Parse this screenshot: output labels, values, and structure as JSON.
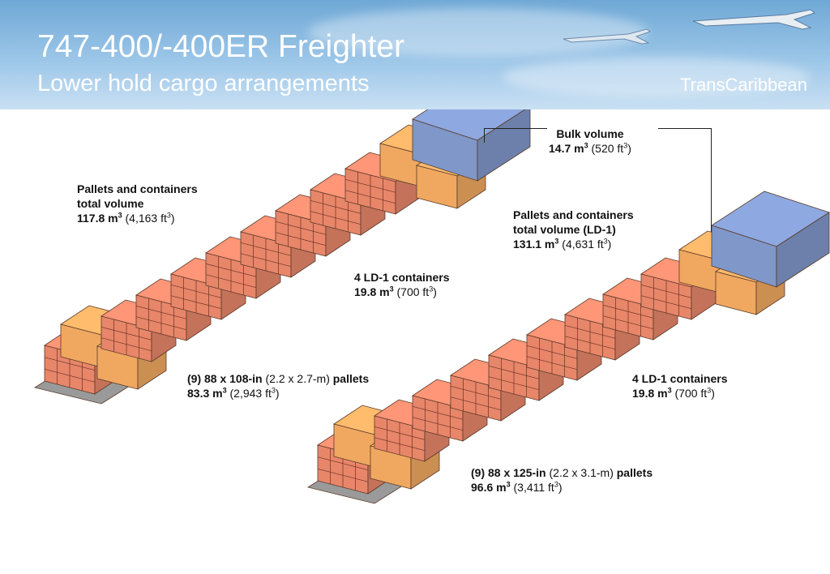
{
  "header": {
    "title": "747-400/-400ER Freighter",
    "subtitle": "Lower hold cargo arrangements",
    "brand": "TransCaribbean"
  },
  "left_config": {
    "total": {
      "line1": "Pallets and containers",
      "line2": "total volume",
      "volume": "117.8 m",
      "unit_sup": "3",
      "imperial": "(4,163 ft",
      "imperial_sup": "3",
      "close": ")"
    },
    "ld1": {
      "line1": "4 LD-1 containers",
      "volume": "19.8 m",
      "unit_sup": "3",
      "imperial": "(700 ft",
      "imperial_sup": "3",
      "close": ")"
    },
    "pallets": {
      "count": "(9) 88 x 108-in",
      "metric": "(2.2 x 2.7-m)",
      "word": "pallets",
      "volume": "83.3 m",
      "unit_sup": "3",
      "imperial": "(2,943 ft",
      "imperial_sup": "3",
      "close": ")"
    }
  },
  "right_config": {
    "bulk": {
      "line1": "Bulk volume",
      "volume": "14.7 m",
      "unit_sup": "3",
      "imperial": "(520 ft",
      "imperial_sup": "3",
      "close": ")"
    },
    "total": {
      "line1": "Pallets and containers",
      "line2": "total volume (LD-1)",
      "volume": "131.1 m",
      "unit_sup": "3",
      "imperial": "(4,631 ft",
      "imperial_sup": "3",
      "close": ")"
    },
    "ld1": {
      "line1": "4 LD-1 containers",
      "volume": "19.8 m",
      "unit_sup": "3",
      "imperial": "(700 ft",
      "imperial_sup": "3",
      "close": ")"
    },
    "pallets": {
      "count": "(9) 88 x 125-in",
      "metric": "(2.2 x 3.1-m)",
      "word": "pallets",
      "volume": "96.6 m",
      "unit_sup": "3",
      "imperial": "(3,411 ft",
      "imperial_sup": "3",
      "close": ")"
    }
  },
  "colors": {
    "pallet": "#e8866a",
    "container": "#f0a860",
    "bulk": "#7f97c9",
    "header": "#8fbde4"
  }
}
